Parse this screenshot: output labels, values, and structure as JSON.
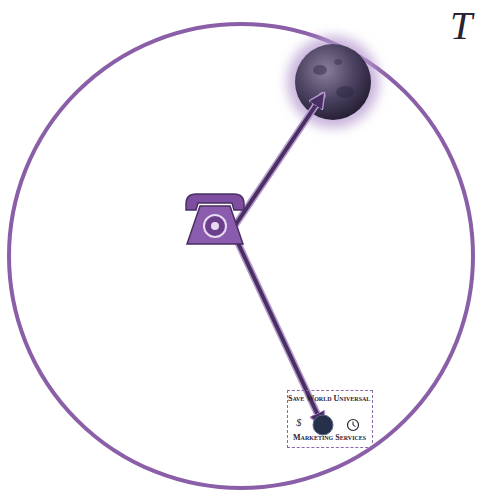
{
  "diagram": {
    "nodes": [
      {
        "text": [
          "Save World Universal",
          "$",
          "Marketing Services"
        ]
      }
    ],
    "labels": [
      "T"
    ]
  }
}
